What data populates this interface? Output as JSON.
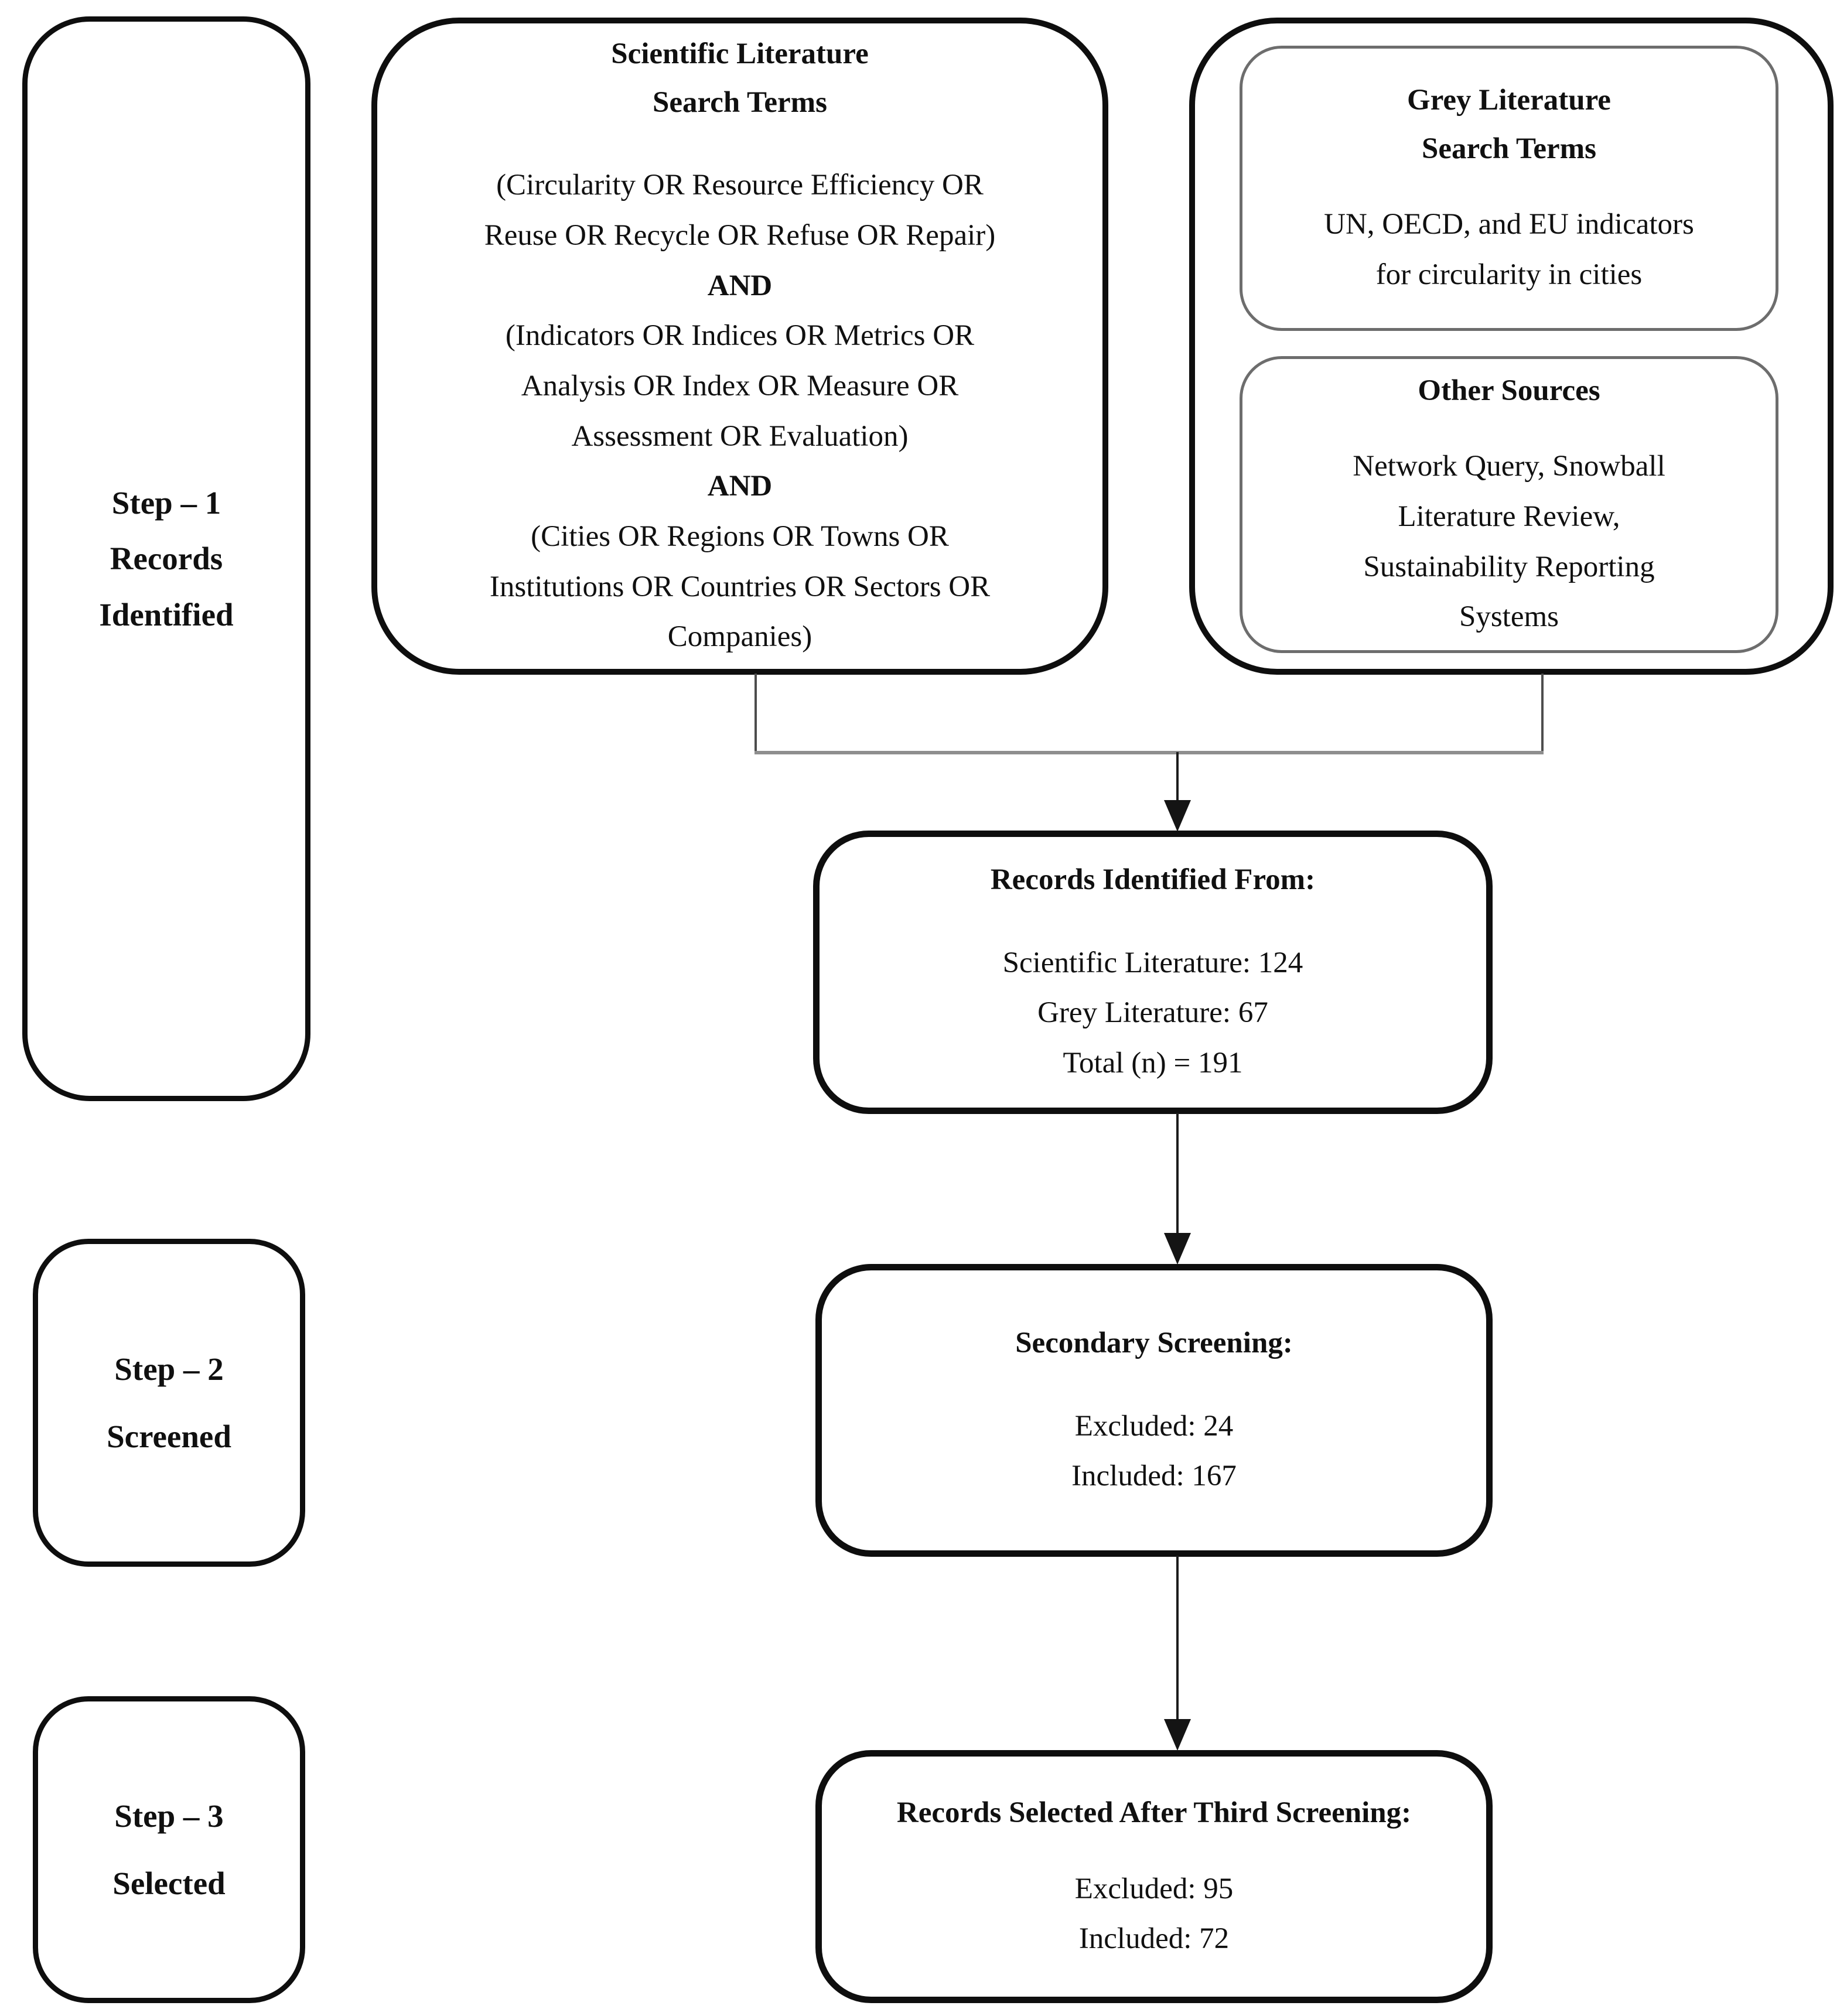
{
  "steps": [
    {
      "lines": [
        "Step – 1",
        "Records",
        "Identified"
      ]
    },
    {
      "lines": [
        "Step – 2",
        "Screened"
      ]
    },
    {
      "lines": [
        "Step – 3",
        "Selected"
      ]
    }
  ],
  "scientific_box": {
    "title_lines": [
      "Scientific Literature",
      "Search Terms"
    ],
    "body_lines": [
      {
        "text": "(Circularity OR Resource Efficiency OR"
      },
      {
        "text": "Reuse OR Recycle OR Refuse OR Repair)"
      },
      {
        "text": "AND",
        "bold": true
      },
      {
        "text": "(Indicators OR Indices OR Metrics OR"
      },
      {
        "text": "Analysis OR Index OR Measure OR"
      },
      {
        "text": "Assessment OR Evaluation)"
      },
      {
        "text": "AND",
        "bold": true
      },
      {
        "text": "(Cities OR Regions OR Towns OR"
      },
      {
        "text": "Institutions OR Countries OR Sectors OR"
      },
      {
        "text": "Companies)"
      }
    ]
  },
  "grey_box": {
    "search_terms": {
      "title_lines": [
        "Grey Literature",
        "Search Terms"
      ],
      "body_lines": [
        "UN, OECD, and EU indicators",
        "for circularity in cities"
      ]
    },
    "other_sources": {
      "title_lines": [
        "Other Sources"
      ],
      "body_lines": [
        "Network Query, Snowball",
        "Literature Review,",
        "Sustainability Reporting",
        "Systems"
      ]
    }
  },
  "records_identified": {
    "title": "Records Identified From:",
    "body_lines": [
      "Scientific Literature: 124",
      "Grey Literature: 67",
      "Total (n) = 191"
    ]
  },
  "secondary_screening": {
    "title": "Secondary Screening:",
    "body_lines": [
      "Excluded: 24",
      "Included: 167"
    ]
  },
  "third_screening": {
    "title": "Records Selected After Third Screening:",
    "body_lines": [
      "Excluded: 95",
      "Included: 72"
    ]
  }
}
